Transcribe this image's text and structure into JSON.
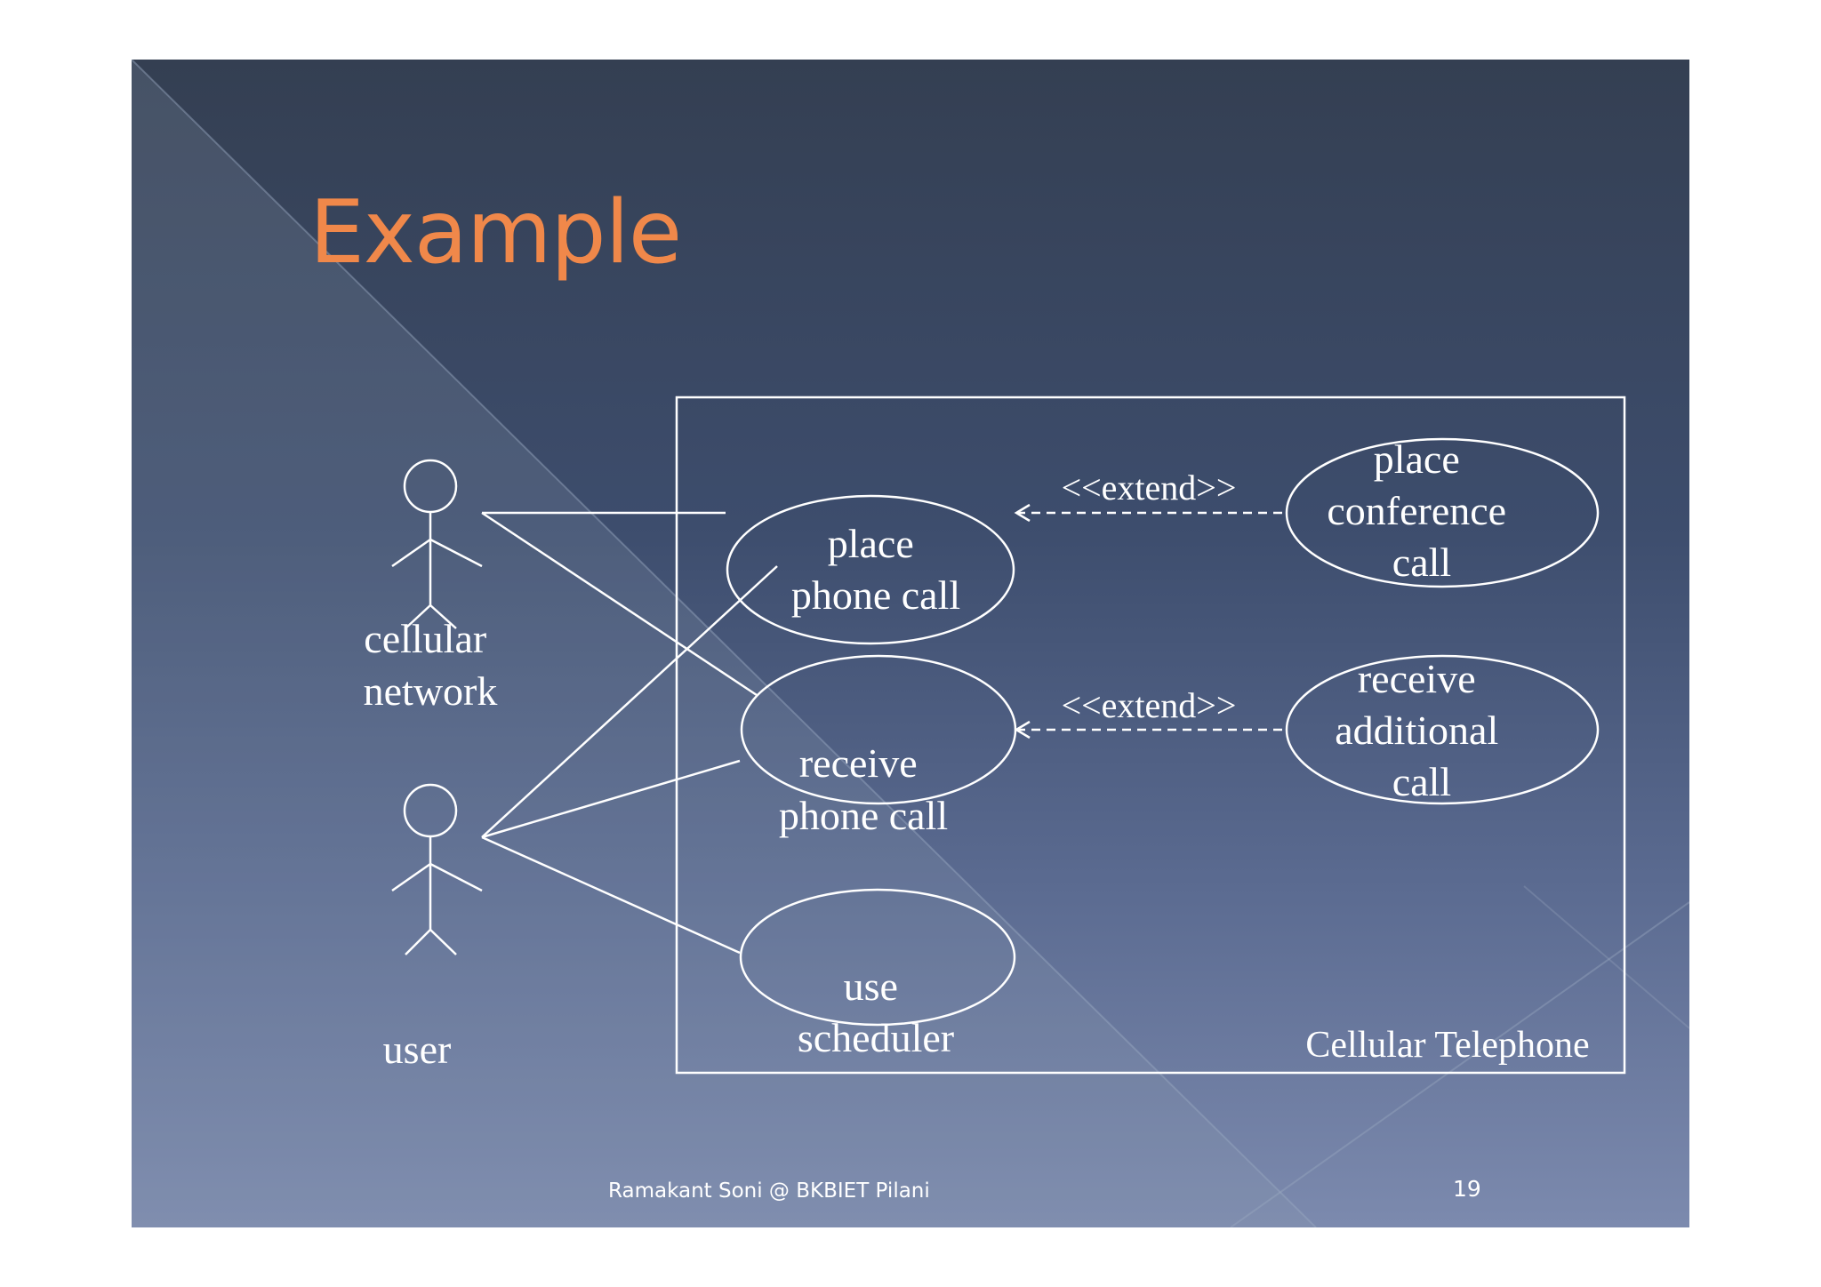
{
  "slide": {
    "title": "Example",
    "footer_author": "Ramakant Soni @ BKBIET Pilani",
    "page_number": "19"
  },
  "diagram": {
    "system_name": "Cellular Telephone",
    "actors": [
      {
        "id": "cellular-network",
        "lines": [
          "cellular",
          "network"
        ]
      },
      {
        "id": "user",
        "lines": [
          "user"
        ]
      }
    ],
    "use_cases": [
      {
        "id": "place-phone-call",
        "lines": [
          "place",
          "phone call"
        ]
      },
      {
        "id": "receive-phone-call",
        "lines": [
          "receive",
          "phone call"
        ]
      },
      {
        "id": "use-scheduler",
        "lines": [
          "use",
          "scheduler"
        ]
      },
      {
        "id": "place-conference-call",
        "lines": [
          "place",
          "conference",
          "call"
        ]
      },
      {
        "id": "receive-additional-call",
        "lines": [
          "receive",
          "additional",
          "call"
        ]
      }
    ],
    "relations": [
      {
        "from": "place-conference-call",
        "to": "place-phone-call",
        "label": "<<extend>>"
      },
      {
        "from": "receive-additional-call",
        "to": "receive-phone-call",
        "label": "<<extend>>"
      }
    ],
    "associations": [
      {
        "actor": "cellular-network",
        "use_case": "place-phone-call"
      },
      {
        "actor": "cellular-network",
        "use_case": "receive-phone-call"
      },
      {
        "actor": "user",
        "use_case": "place-phone-call"
      },
      {
        "actor": "user",
        "use_case": "receive-phone-call"
      },
      {
        "actor": "user",
        "use_case": "use-scheduler"
      }
    ]
  }
}
